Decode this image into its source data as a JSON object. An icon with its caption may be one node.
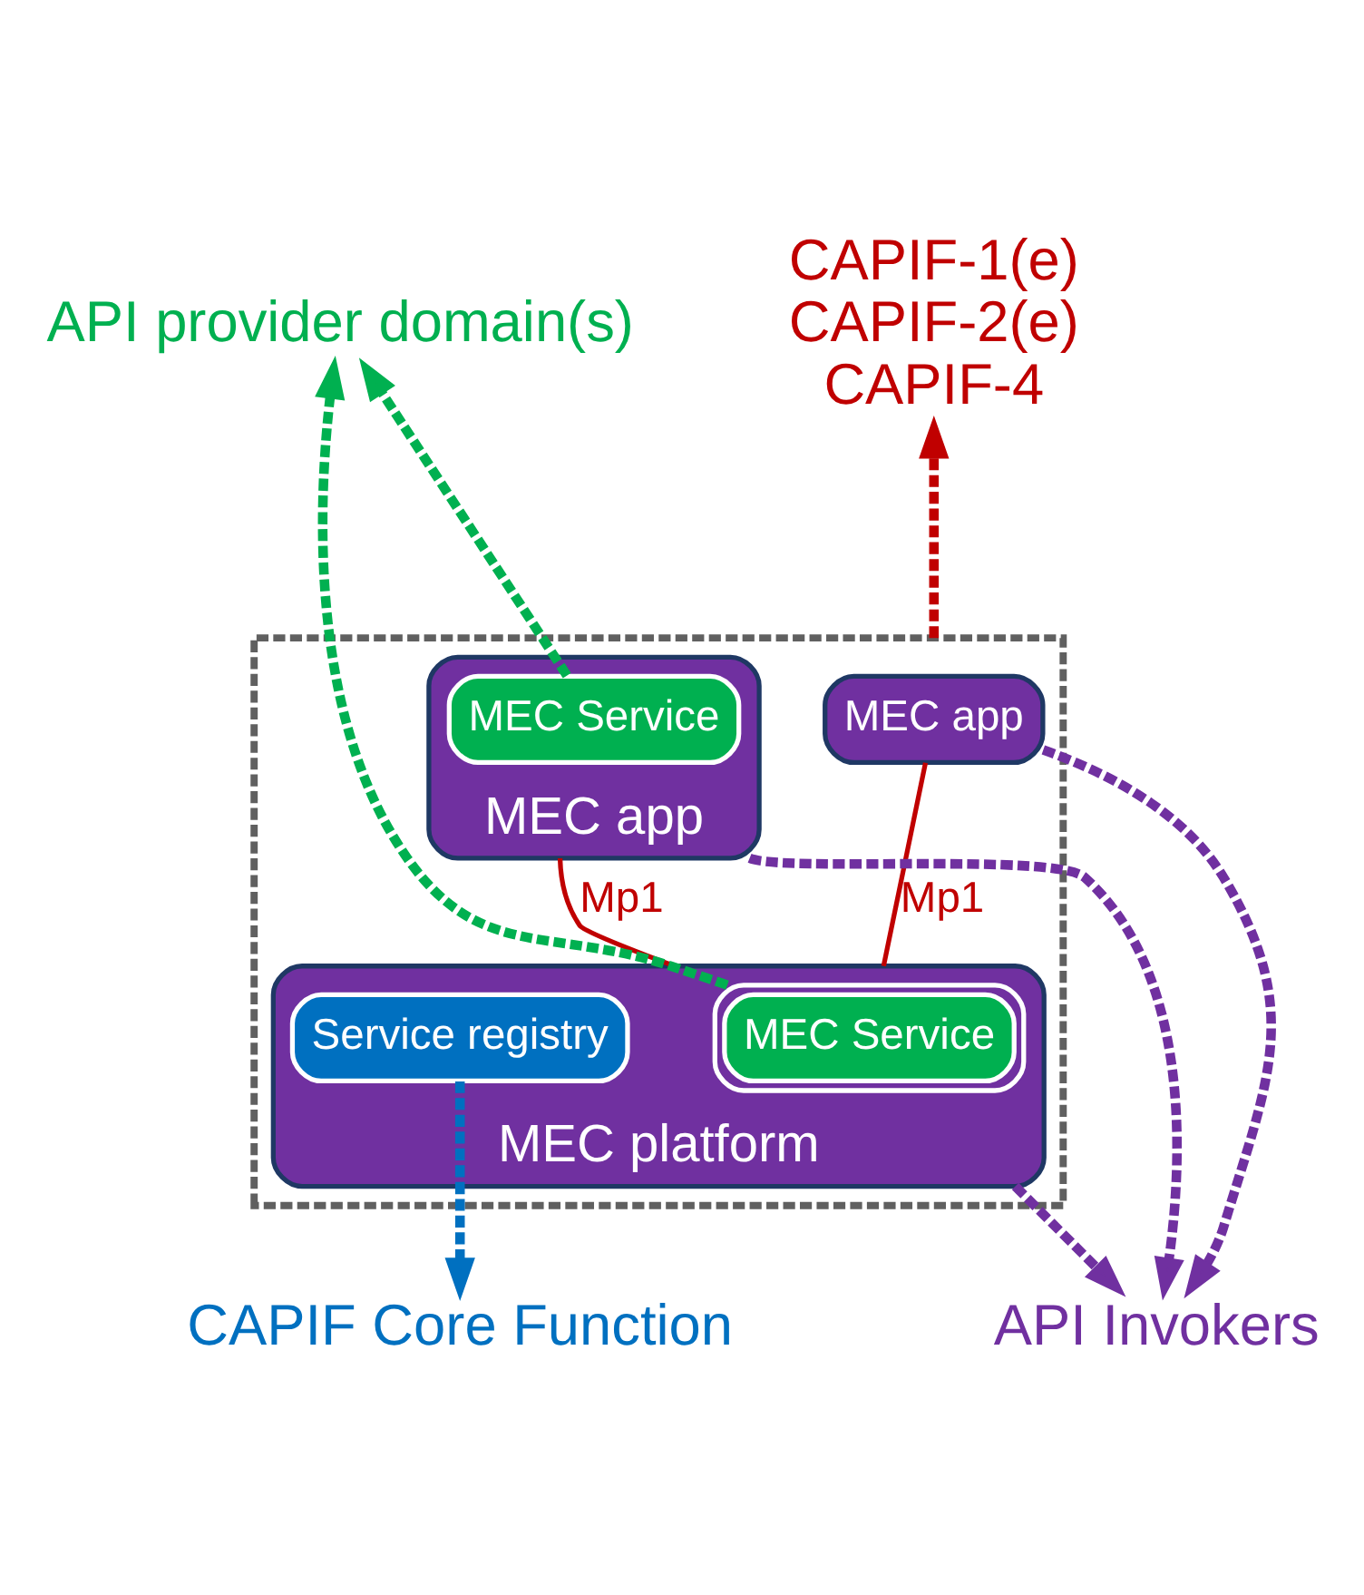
{
  "diagram": {
    "nodes": [
      {
        "text": [],
        "shape": "box"
      },
      {
        "text": [
          "CAPIF-1(e)",
          "CAPIF-2(e)",
          "CAPIF-4"
        ]
      },
      {
        "text": [
          "API provider domain(s)"
        ]
      },
      {
        "text": [
          "MEC app"
        ],
        "in": 0
      },
      {
        "text": [
          "MEC app"
        ],
        "in": 0
      },
      {
        "text": [
          "MEC Service"
        ],
        "in": 4
      },
      {
        "text": [
          "MEC platform"
        ],
        "in": 0
      },
      {
        "text": [
          "MEC Service"
        ],
        "in": 6
      },
      {
        "text": [
          "Service registry"
        ],
        "in": 6
      },
      {
        "text": [
          "API Invokers"
        ]
      },
      {
        "text": [
          "CAPIF Core Function"
        ]
      }
    ],
    "edges": [
      {
        "from": 0,
        "to": 1,
        "arrow": "to",
        "style": "dashed",
        "color": "#c00000"
      },
      {
        "from": 5,
        "to": 2,
        "arrow": "to",
        "style": "dashed",
        "color": "#00b050"
      },
      {
        "from": 7,
        "to": 2,
        "arrow": "to",
        "style": "dashed",
        "color": "#00b050"
      },
      {
        "from": 3,
        "to": 6,
        "arrow": "none",
        "label": "Mp1",
        "color": "#c00000"
      },
      {
        "from": 4,
        "to": 6,
        "arrow": "none",
        "label": "Mp1",
        "color": "#c00000"
      },
      {
        "from": 3,
        "to": 9,
        "arrow": "to",
        "style": "dashed",
        "color": "#7030a0"
      },
      {
        "from": 4,
        "to": 9,
        "arrow": "to",
        "style": "dashed",
        "color": "#7030a0"
      },
      {
        "from": 6,
        "to": 9,
        "arrow": "to",
        "style": "dashed",
        "color": "#7030a0"
      },
      {
        "from": 8,
        "to": 10,
        "arrow": "to",
        "style": "dashed",
        "color": "#0070c0"
      }
    ]
  }
}
